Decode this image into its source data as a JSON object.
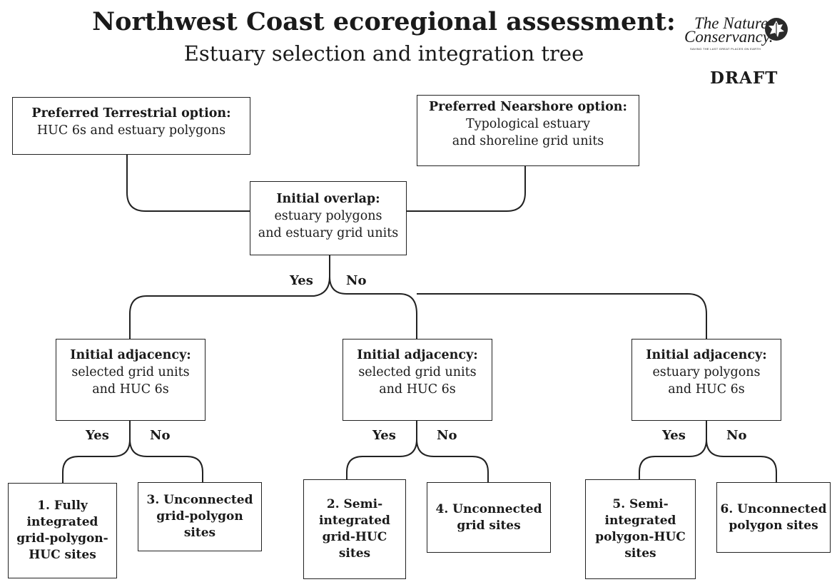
{
  "header": {
    "title": "Northwest Coast ecoregional assessment:",
    "subtitle": "Estuary selection and integration tree",
    "draft_label": "DRAFT"
  },
  "logo": {
    "line1": "The Nature",
    "line2": "Conservancy.",
    "tagline": "SAVING THE LAST GREAT PLACES ON EARTH"
  },
  "boxes": {
    "terrestrial": {
      "heading": "Preferred Terrestrial option:",
      "line1": "HUC 6s and estuary polygons"
    },
    "nearshore": {
      "heading": "Preferred Nearshore option:",
      "line1": "Typological estuary",
      "line2": "and shoreline grid units"
    },
    "overlap": {
      "heading": "Initial overlap:",
      "line1": "estuary polygons",
      "line2": "and estuary grid units"
    },
    "adj_left": {
      "heading": "Initial adjacency:",
      "line1": "selected grid units",
      "line2": "and HUC 6s"
    },
    "adj_mid": {
      "heading": "Initial adjacency:",
      "line1": "selected grid units",
      "line2": "and HUC 6s"
    },
    "adj_right": {
      "heading": "Initial adjacency:",
      "line1": "estuary polygons",
      "line2": "and HUC 6s"
    }
  },
  "results": {
    "r1": [
      "1. Fully",
      "integrated",
      "grid-polygon-",
      "HUC sites"
    ],
    "r3": [
      "3. Unconnected",
      "grid-polygon",
      "sites"
    ],
    "r2": [
      "2. Semi-",
      "integrated",
      "grid-HUC",
      "sites"
    ],
    "r4": [
      "4. Unconnected",
      "grid sites"
    ],
    "r5": [
      "5. Semi-",
      "integrated",
      "polygon-HUC",
      "sites"
    ],
    "r6": [
      "6. Unconnected",
      "polygon sites"
    ]
  },
  "labels": {
    "overlap_yes": "Yes",
    "overlap_no": "No",
    "left_yes": "Yes",
    "left_no": "No",
    "mid_yes": "Yes",
    "mid_no": "No",
    "right_yes": "Yes",
    "right_no": "No"
  },
  "colors": {
    "line": "#222222",
    "text": "#1a1a1a",
    "background": "#ffffff"
  }
}
